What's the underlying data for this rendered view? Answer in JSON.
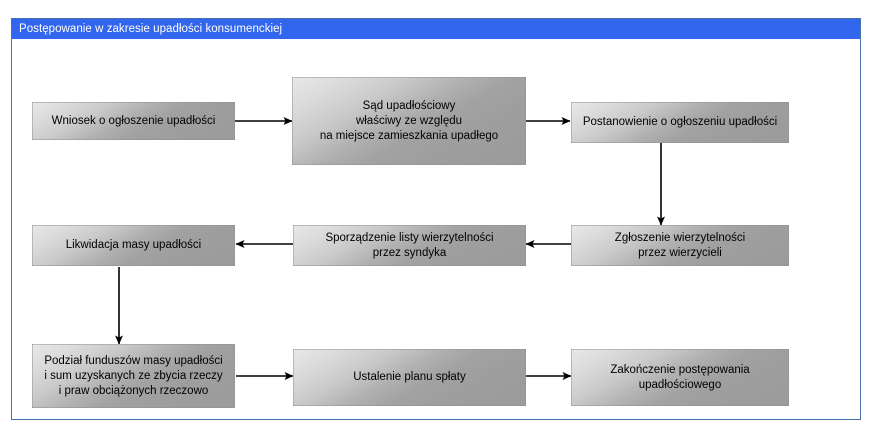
{
  "window": {
    "title": "Postępowanie w zakresie upadłości konsumenckiej",
    "titlebar_color": "#3366ee",
    "titlebar_text_color": "#ffffff",
    "border_color": "#4472a8",
    "background_color": "#ffffff"
  },
  "diagram": {
    "type": "flowchart",
    "node_fill_top": "#e8e8e8",
    "node_fill_bottom": "#9b9b9b",
    "edge_color": "#000000",
    "nodes": [
      {
        "id": "n1",
        "lines": [
          "Wniosek o ogłoszenie upadłości"
        ]
      },
      {
        "id": "n2",
        "lines": [
          "Sąd upadłościowy",
          "właściwy ze względu",
          "na miejsce zamieszkania upadłego"
        ]
      },
      {
        "id": "n3",
        "lines": [
          "Postanowienie o ogłoszeniu upadłości"
        ]
      },
      {
        "id": "n4",
        "lines": [
          "Zgłoszenie wierzytelności",
          "przez wierzycieli"
        ]
      },
      {
        "id": "n5",
        "lines": [
          "Sporządzenie listy wierzytelności",
          "przez syndyka"
        ]
      },
      {
        "id": "n6",
        "lines": [
          "Likwidacja masy upadłości"
        ]
      },
      {
        "id": "n7",
        "lines": [
          "Podział funduszów masy upadłości",
          "i sum uzyskanych ze zbycia rzeczy",
          "i praw obciążonych rzeczowo"
        ]
      },
      {
        "id": "n8",
        "lines": [
          "Ustalenie planu spłaty"
        ]
      },
      {
        "id": "n9",
        "lines": [
          "Zakończenie postępowania",
          "upadłościowego"
        ]
      }
    ],
    "edges": [
      {
        "from": "n1",
        "to": "n2",
        "direction": "right"
      },
      {
        "from": "n2",
        "to": "n3",
        "direction": "right"
      },
      {
        "from": "n3",
        "to": "n4",
        "direction": "down"
      },
      {
        "from": "n4",
        "to": "n5",
        "direction": "left"
      },
      {
        "from": "n5",
        "to": "n6",
        "direction": "left"
      },
      {
        "from": "n6",
        "to": "n7",
        "direction": "down"
      },
      {
        "from": "n7",
        "to": "n8",
        "direction": "right"
      },
      {
        "from": "n8",
        "to": "n9",
        "direction": "right"
      }
    ]
  }
}
